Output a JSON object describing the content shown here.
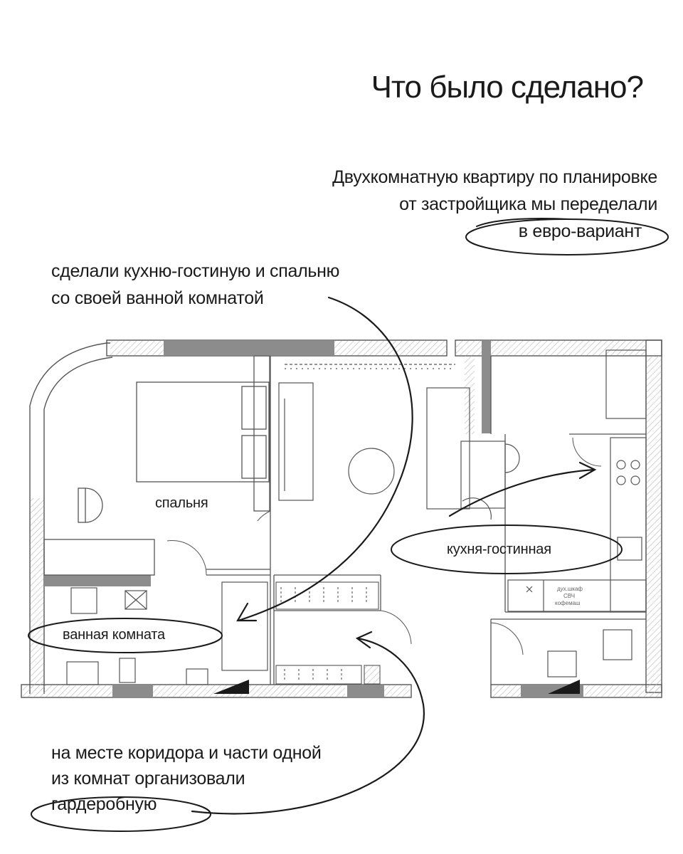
{
  "title": "Что было сделано?",
  "intro": {
    "lines": [
      "Двухкомнатную квартиру по планировке",
      "от застройщика мы переделали"
    ],
    "highlight": "в евро-вариант"
  },
  "notes": {
    "top": [
      "сделали кухню-гостиную и спальню",
      "со своей ванной комнатой"
    ],
    "bottom": [
      "на месте коридора и части одной",
      "из комнат организовали"
    ],
    "bottom_highlight": "гардеробную"
  },
  "rooms": {
    "bedroom": "спальня",
    "bathroom": "ванная комната",
    "kitchen_living": "кухня-гостинная"
  },
  "plan_small_labels": {
    "cabinet_1": "дух.шкаф",
    "cabinet_2": "СВЧ",
    "cabinet_3": "кофемаш"
  },
  "colors": {
    "ink": "#1a1a1a",
    "wall_fill": "#8c8c8c",
    "hatch": "#b5b5b5",
    "line": "#555555"
  }
}
